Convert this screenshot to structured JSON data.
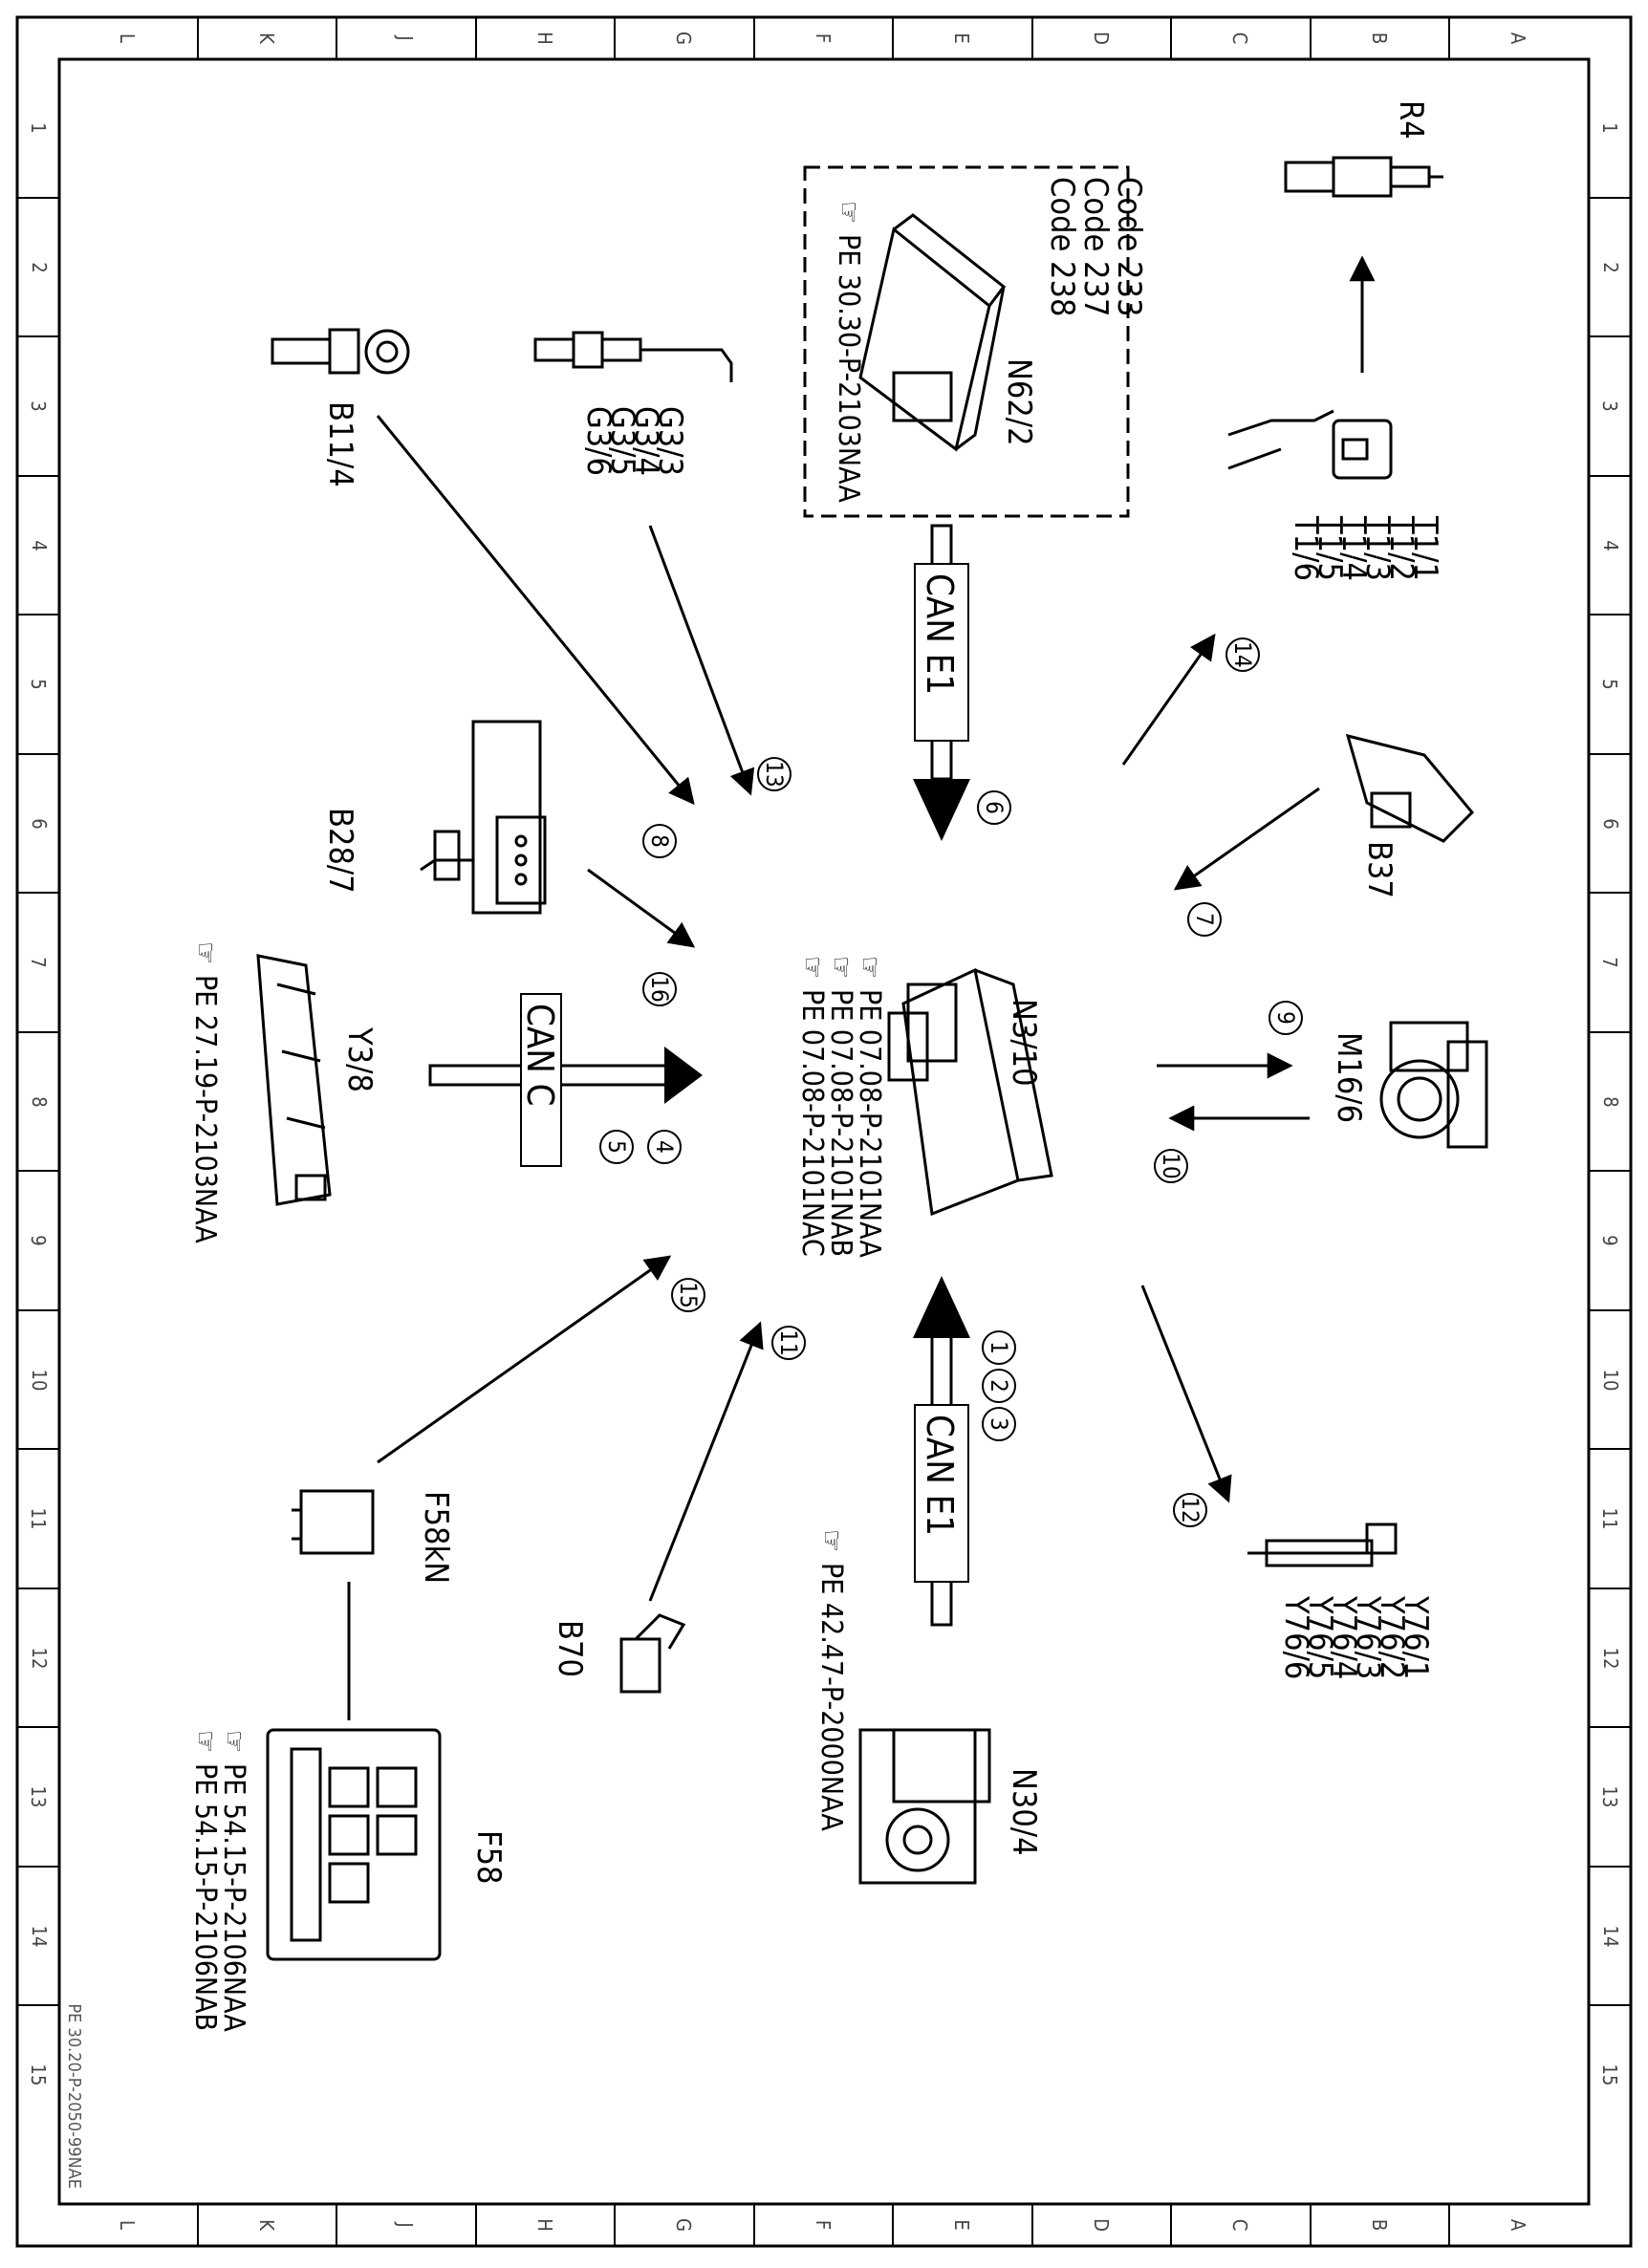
{
  "grid": {
    "letters": [
      "L",
      "K",
      "J",
      "H",
      "G",
      "F",
      "E",
      "D",
      "C",
      "B",
      "A"
    ],
    "numbers": [
      "1",
      "2",
      "3",
      "4",
      "5",
      "6",
      "7",
      "8",
      "9",
      "10",
      "11",
      "12",
      "13",
      "14",
      "15"
    ]
  },
  "components": {
    "n62_2": {
      "name": "N62/2",
      "codes": [
        "Code 233",
        "Code 237",
        "Code 238"
      ],
      "ref": "PE 30.30-P-2103NAA"
    },
    "r4": {
      "name": "R4"
    },
    "t1": {
      "names": [
        "T1/1",
        "T1/2",
        "T1/3",
        "T1/4",
        "T1/5",
        "T1/6"
      ]
    },
    "b37": {
      "name": "B37"
    },
    "m16_6": {
      "name": "M16/6"
    },
    "y76": {
      "names": [
        "Y76/1",
        "Y76/2",
        "Y76/3",
        "Y76/4",
        "Y76/5",
        "Y76/6"
      ]
    },
    "n30_4": {
      "name": "N30/4",
      "ref": "PE 42.47-P-2000NAA"
    },
    "n3_10": {
      "name": "N3/10",
      "refs": [
        "PE 07.08-P-2101NAA",
        "PE 07.08-P-2101NAB",
        "PE 07.08-P-2101NAC"
      ]
    },
    "b70": {
      "name": "B70"
    },
    "f58kn": {
      "name": "F58kN"
    },
    "f58": {
      "name": "F58",
      "refs": [
        "PE 54.15-P-2106NAA",
        "PE 54.15-P-2106NAB"
      ]
    },
    "y3_8": {
      "name": "Y3/8",
      "ref": "PE 27.19-P-2103NAA"
    },
    "b28_7": {
      "name": "B28/7"
    },
    "b11_4": {
      "name": "B11/4"
    },
    "g3": {
      "names": [
        "G3/3",
        "G3/4",
        "G3/5",
        "G3/6"
      ]
    }
  },
  "buses": {
    "can_e1_top": "CAN E1",
    "can_e1_bottom": "CAN E1",
    "can_c": "CAN C"
  },
  "signals": [
    "1",
    "2",
    "3",
    "4",
    "5",
    "6",
    "7",
    "8",
    "9",
    "10",
    "11",
    "12",
    "13",
    "14",
    "15",
    "16"
  ],
  "doc_id": "PE 30.20-P-2050-99NAE",
  "colors": {
    "line": "#000000",
    "background": "#ffffff"
  }
}
